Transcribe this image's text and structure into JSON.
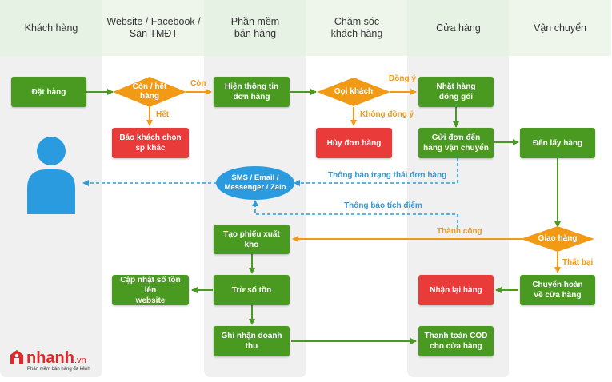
{
  "lanes": [
    "Khách hàng",
    "Website / Facebook /\nSàn TMĐT",
    "Phần mềm\nbán hàng",
    "Chăm sóc\nkhách hàng",
    "Cửa hàng",
    "Vận chuyển"
  ],
  "nodes": {
    "dat_hang": "Đặt hàng",
    "con_het": "Còn / hết\nhàng",
    "bao_khach": "Báo khách chọn\nsp khác",
    "hien_thong_tin": "Hiện thông tin\nđơn hàng",
    "goi_khach": "Gọi khách",
    "huy_don": "Hủy đơn hàng",
    "nhat_hang": "Nhặt hàng\nđóng gói",
    "gui_don": "Gửi đơn đến\nhãng vận chuyển",
    "den_lay": "Đến lấy hàng",
    "sms": "SMS / Email /\nMessenger / Zalo",
    "tao_phieu": "Tạo phiếu xuất kho",
    "giao_hang": "Giao hàng",
    "cap_nhat": "Cập nhật số tồn lên\nwebsite",
    "tru_so_ton": "Trừ số tồn",
    "nhan_lai": "Nhận lại hàng",
    "chuyen_hoan": "Chuyển hoàn\nvề cửa hàng",
    "ghi_nhan": "Ghi nhận doanh thu",
    "thanh_toan": "Thanh toán COD\ncho cửa hàng"
  },
  "edge_labels": {
    "con": "Còn",
    "het": "Hết",
    "dong_y": "Đồng ý",
    "khong_dong_y": "Không đồng ý",
    "thong_bao_trang_thai": "Thông báo trạng thái đơn hàng",
    "thong_bao_tich_diem": "Thông báo tích điểm",
    "thanh_cong": "Thành công",
    "that_bai": "Thất bại"
  },
  "logo": {
    "brand": "nhanh",
    "suffix": ".vn",
    "tagline": "Phần mềm bán hàng đa kênh"
  },
  "colors": {
    "green": "#4a9a22",
    "red": "#ea3b3b",
    "orange": "#f29a16",
    "blue": "#2b9be0",
    "lane_gray": "#ececec",
    "lane_header": "#e3f1e1"
  }
}
